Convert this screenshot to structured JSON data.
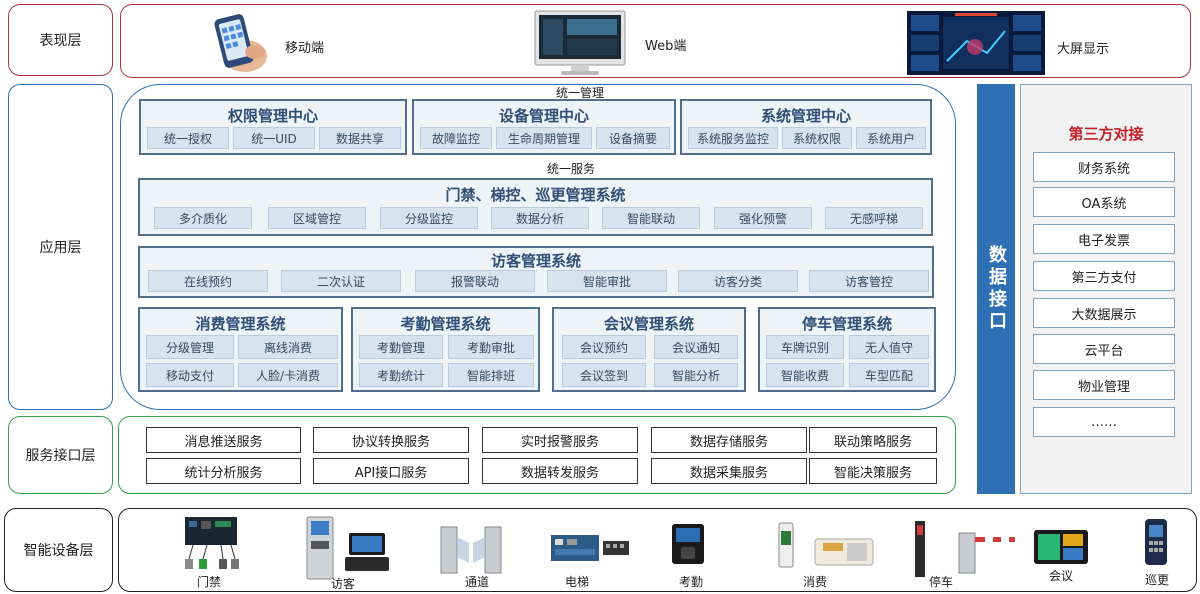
{
  "layers": {
    "presentation": "表现层",
    "application": "应用层",
    "service_interface": "服务接口层",
    "smart_devices": "智能设备层"
  },
  "presentation": {
    "mobile": "移动端",
    "web": "Web端",
    "bigscreen": "大屏显示"
  },
  "application": {
    "unified_management": "统一管理",
    "unified_service": "统一服务",
    "centers": [
      {
        "title": "权限管理中心",
        "items": [
          "统一授权",
          "统一UID",
          "数据共享"
        ]
      },
      {
        "title": "设备管理中心",
        "items": [
          "故障监控",
          "生命周期管理",
          "设备摘要"
        ]
      },
      {
        "title": "系统管理中心",
        "items": [
          "系统服务监控",
          "系统权限",
          "系统用户"
        ]
      }
    ],
    "access_system": {
      "title": "门禁、梯控、巡更管理系统",
      "items": [
        "多介质化",
        "区域管控",
        "分级监控",
        "数据分析",
        "智能联动",
        "强化预警",
        "无感呼梯"
      ]
    },
    "visitor_system": {
      "title": "访客管理系统",
      "items": [
        "在线预约",
        "二次认证",
        "报警联动",
        "智能审批",
        "访客分类",
        "访客管控"
      ]
    },
    "bottom_systems": [
      {
        "title": "消费管理系统",
        "items": [
          "分级管理",
          "离线消费",
          "移动支付",
          "人脸/卡消费"
        ]
      },
      {
        "title": "考勤管理系统",
        "items": [
          "考勤管理",
          "考勤审批",
          "考勤统计",
          "智能排班"
        ]
      },
      {
        "title": "会议管理系统",
        "items": [
          "会议预约",
          "会议通知",
          "会议签到",
          "智能分析"
        ]
      },
      {
        "title": "停车管理系统",
        "items": [
          "车牌识别",
          "无人值守",
          "智能收费",
          "车型匹配"
        ]
      }
    ]
  },
  "data_interface": "数据接口",
  "third_party": {
    "title": "第三方对接",
    "items": [
      "财务系统",
      "OA系统",
      "电子发票",
      "第三方支付",
      "大数据展示",
      "云平台",
      "物业管理",
      "……"
    ]
  },
  "services": {
    "row1": [
      "消息推送服务",
      "协议转换服务",
      "实时报警服务",
      "数据存储服务",
      "联动策略服务"
    ],
    "row2": [
      "统计分析服务",
      "API接口服务",
      "数据转发服务",
      "数据采集服务",
      "智能决策服务"
    ]
  },
  "devices": [
    "门禁",
    "访客",
    "通道",
    "电梯",
    "考勤",
    "消费",
    "停车",
    "会议",
    "巡更"
  ],
  "colors": {
    "presentation_border": "#b0323e",
    "application_border": "#2f6fb3",
    "service_border": "#3a9e4c",
    "data_interface_bg": "#2f6fb3",
    "third_party_title": "#c0202a"
  }
}
